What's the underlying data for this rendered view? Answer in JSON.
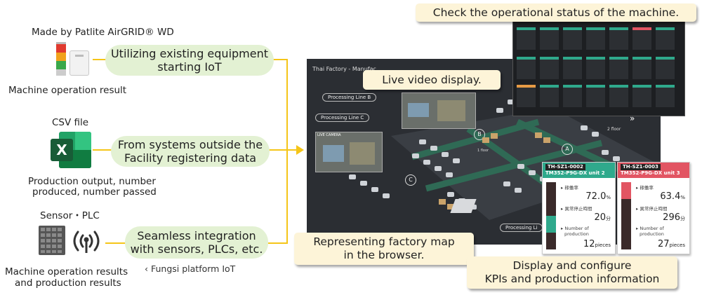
{
  "left": {
    "patlite_title": "Made by Patlite AirGRID® WD",
    "patlite_caption": "Machine operation result",
    "csv_title": "CSV file",
    "csv_caption_1": "Production output, number",
    "csv_caption_2": "produced, number passed",
    "sensor_title": "Sensor・PLC",
    "sensor_caption_1": "Machine operation results",
    "sensor_caption_2": "and production results",
    "excel_letter": "X"
  },
  "pills": {
    "p1_line1": "Utilizing existing equipment",
    "p1_line2": "starting IoT",
    "p2_line1": "From systems outside the",
    "p2_line2": "Facility registering data",
    "p3_line1": "Seamless integration",
    "p3_line2": "with sensors, PLCs, etc."
  },
  "platform_label": "Fungsi platform IoT",
  "callouts": {
    "status": "Check the operational status of the machine.",
    "video": "Live video display.",
    "map_line1": "Representing factory map",
    "map_line2": "in the browser.",
    "kpi_line1": "Display and configure",
    "kpi_line2": "KPIs and production information"
  },
  "map": {
    "title": "Thai Factory - Manufac",
    "line_b": "Processing Line B",
    "line_c": "Processing Line C",
    "line_bottom": "Processing Li",
    "live_camera": "LIVE CAMERA",
    "circle_a": "A",
    "circle_b": "B",
    "circle_c": "C",
    "floor_2": "2 floor",
    "floor_1": "1 floor",
    "arrows": "»"
  },
  "kpi_cards": [
    {
      "id": "TH-SZ1-0002",
      "name": "TM352-P9G-DX unit 2",
      "color": "#2fa98c",
      "label_rate": "稼働率",
      "rate": "72.0",
      "rate_unit": "%",
      "label_stop": "異常停止時間",
      "stop": "20",
      "stop_unit": "分",
      "label_prod_1": "Number of",
      "label_prod_2": "production",
      "prod": "12",
      "prod_unit": "pieces"
    },
    {
      "id": "TH-SZ1-0003",
      "name": "TM352-P9G-DX unit 3",
      "color": "#e25563",
      "label_rate": "稼働率",
      "rate": "63.4",
      "rate_unit": "%",
      "label_stop": "異常停止時間",
      "stop": "296",
      "stop_unit": "分",
      "label_prod_1": "Number of",
      "label_prod_2": "production",
      "prod": "27",
      "prod_unit": "pieces"
    }
  ],
  "colors": {
    "connector": "#f5c518",
    "pill_bg": "#e3f1d3",
    "callout_bg": "#fdf4d8",
    "excel_green": "#1e7145"
  }
}
